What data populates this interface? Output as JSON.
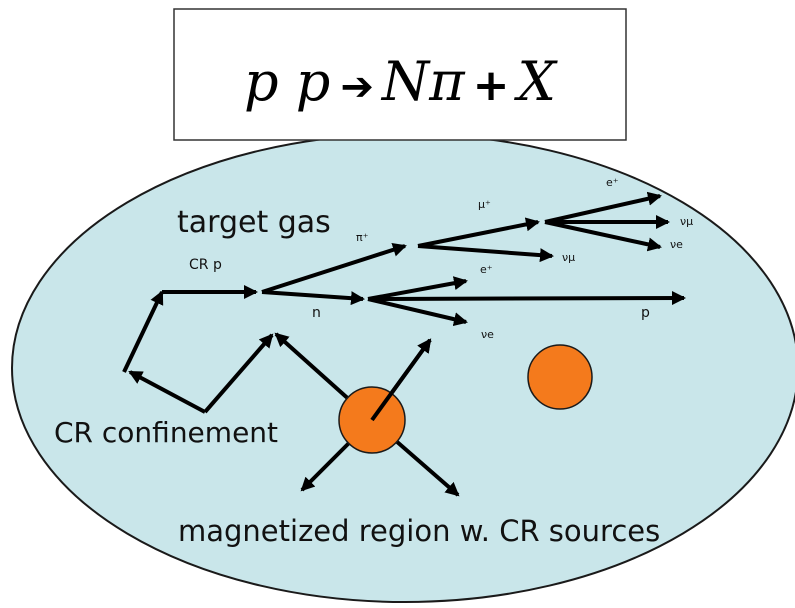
{
  "equation": {
    "lhs": "p p",
    "arrow": "➔",
    "rhs_a": "Nπ",
    "plus": "+",
    "rhs_b": "X"
  },
  "labels": {
    "target_gas": "target gas",
    "cr_p": "CR p",
    "pi_plus": "π⁺",
    "mu_plus": "μ⁺",
    "e_plus_upper": "e⁺",
    "nu_mu_top": "νμ",
    "nu_e_top": "νe",
    "nu_mu_mid": "νμ",
    "e_plus_lower": "e⁺",
    "n": "n",
    "p": "p",
    "nu_e_lower": "νe",
    "cr_confinement": "CR confinement",
    "magnetized_region": "magnetized region w. CR sources"
  },
  "colors": {
    "ellipse_fill": "#c9e6ea",
    "ellipse_stroke": "#1a1a1a",
    "source_fill": "#f47a1c",
    "source_stroke": "#1a1a1a"
  }
}
